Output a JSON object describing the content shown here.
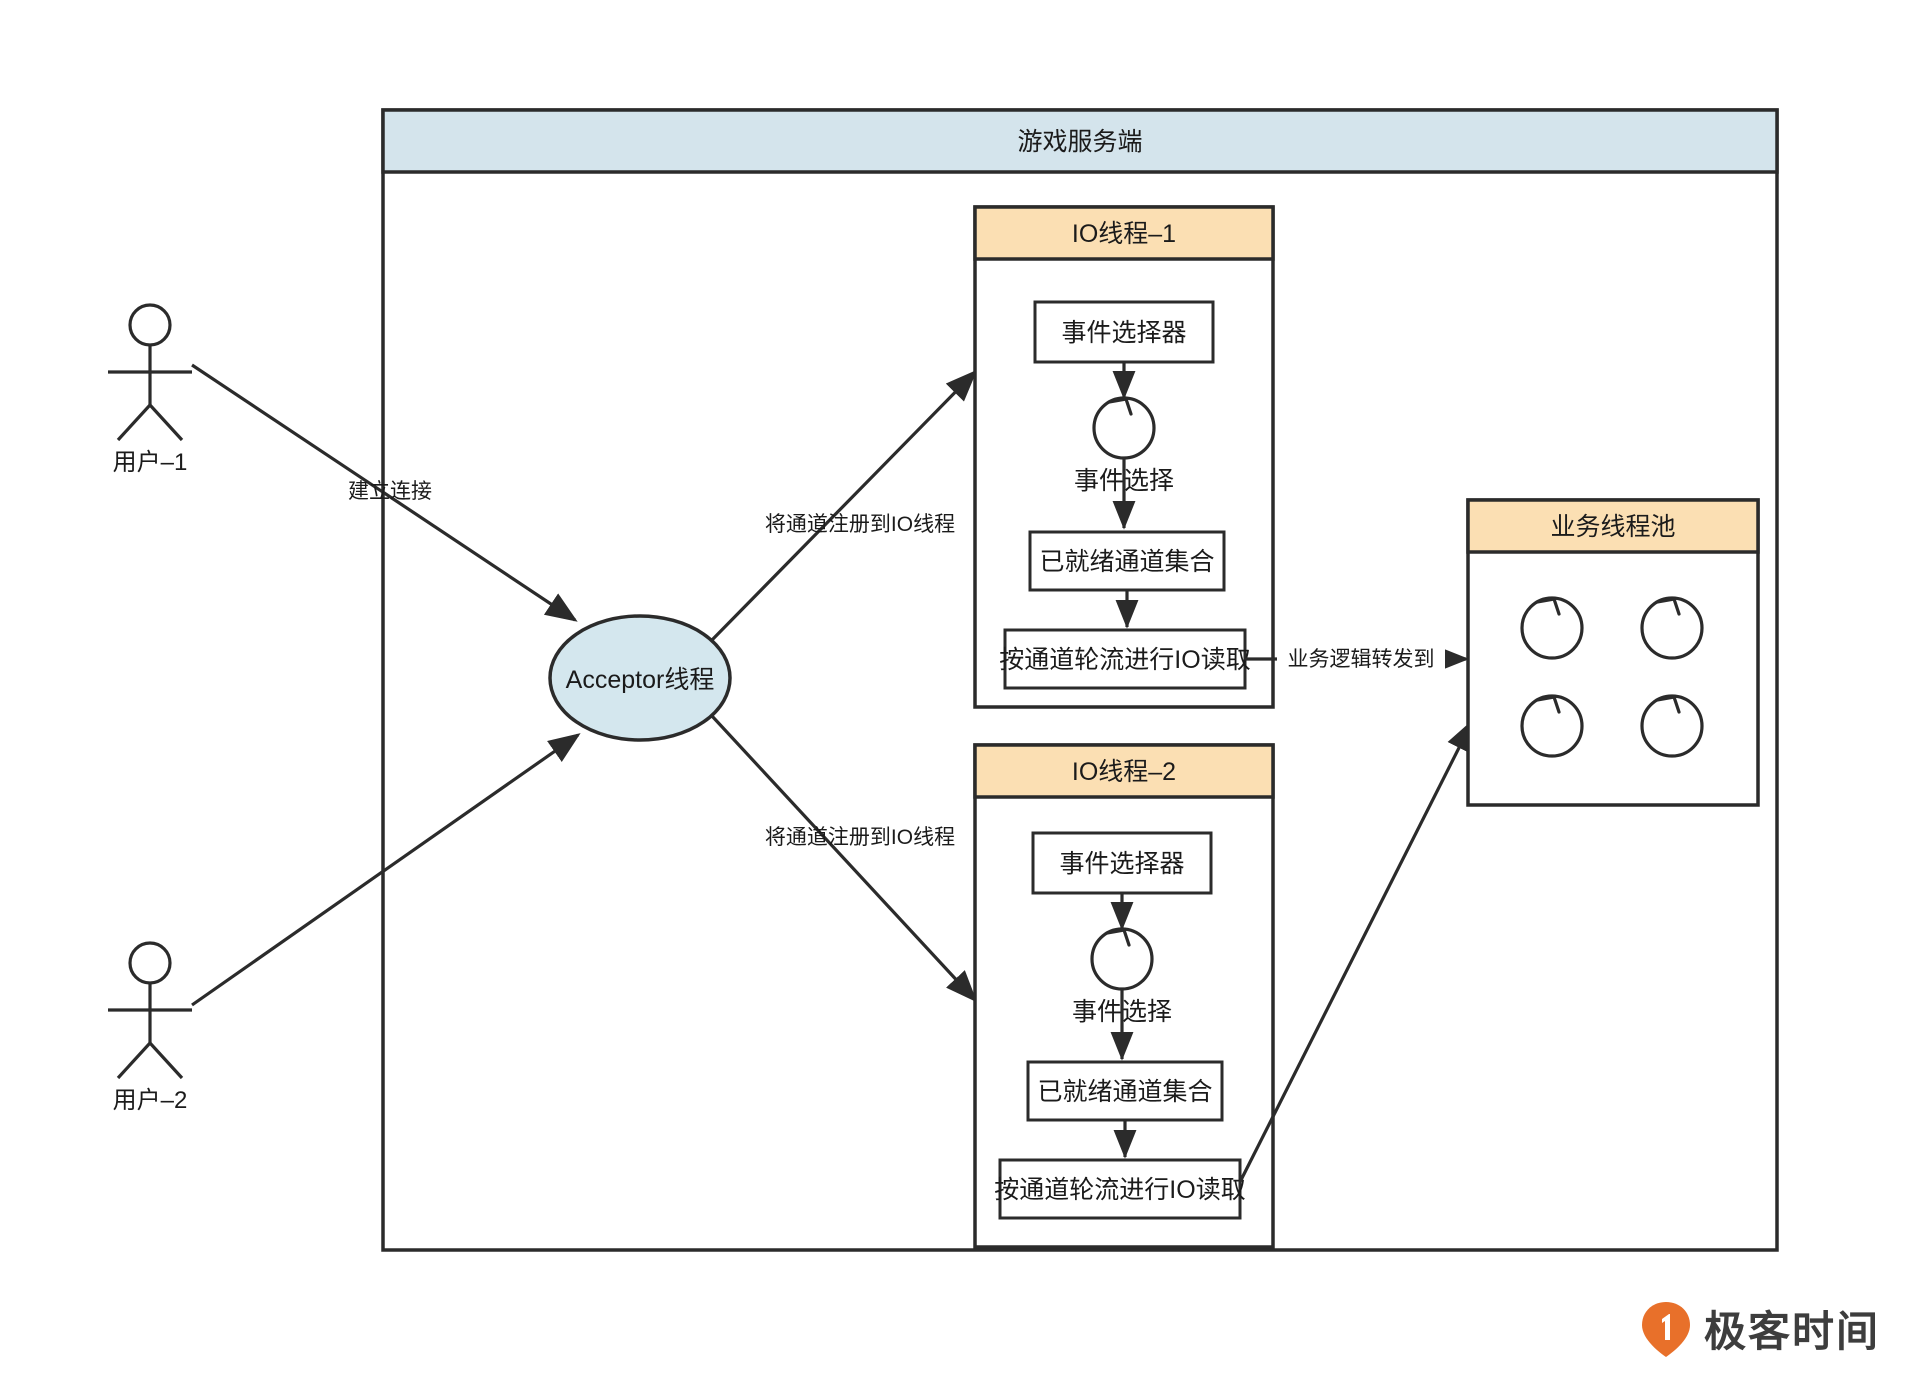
{
  "diagram": {
    "title": "游戏服务端",
    "colors": {
      "server_header_fill": "#d4e4ec",
      "thread_header_fill": "#fbdfb3",
      "acceptor_fill": "#d4e7ee",
      "stroke": "#2b2b2b",
      "logo_accent": "#e8702a"
    },
    "actors": [
      {
        "id": "user-1",
        "label": "用户–1"
      },
      {
        "id": "user-2",
        "label": "用户–2"
      }
    ],
    "acceptor": {
      "label": "Acceptor线程"
    },
    "io_threads": [
      {
        "id": "io-thread-1",
        "header": "IO线程–1",
        "nodes": [
          "事件选择器",
          "事件选择",
          "已就绪通道集合",
          "按通道轮流进行IO读取"
        ]
      },
      {
        "id": "io-thread-2",
        "header": "IO线程–2",
        "nodes": [
          "事件选择器",
          "事件选择",
          "已就绪通道集合",
          "按通道轮流进行IO读取"
        ]
      }
    ],
    "thread_pool": {
      "header": "业务线程池",
      "worker_count": 4
    },
    "edges": [
      {
        "id": "edge-user1-acceptor",
        "label": "建立连接"
      },
      {
        "id": "edge-user2-acceptor",
        "label": ""
      },
      {
        "id": "edge-acceptor-io1",
        "label": "将通道注册到IO线程"
      },
      {
        "id": "edge-acceptor-io2",
        "label": "将通道注册到IO线程"
      },
      {
        "id": "edge-io1-pool",
        "label": "业务逻辑转发到"
      },
      {
        "id": "edge-io2-pool",
        "label": ""
      }
    ]
  },
  "watermark": {
    "brand": "极客时间",
    "icon": "geektime-pin-icon"
  }
}
